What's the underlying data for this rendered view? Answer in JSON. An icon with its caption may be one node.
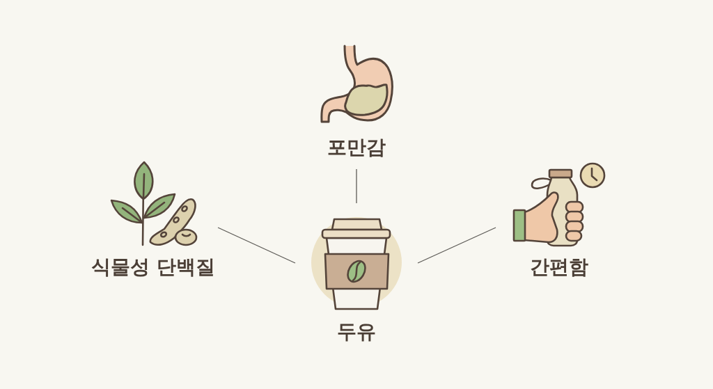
{
  "diagram": {
    "nodes": [
      {
        "text": [
          "포만감"
        ]
      },
      {
        "text": [
          "식물성 단백질"
        ]
      },
      {
        "text": [
          "두유"
        ]
      },
      {
        "text": [
          "간편함"
        ]
      }
    ],
    "edges": [
      {
        "from": 2,
        "to": 0,
        "arrow": "none"
      },
      {
        "from": 2,
        "to": 1,
        "arrow": "none"
      },
      {
        "from": 2,
        "to": 3,
        "arrow": "none"
      }
    ]
  }
}
